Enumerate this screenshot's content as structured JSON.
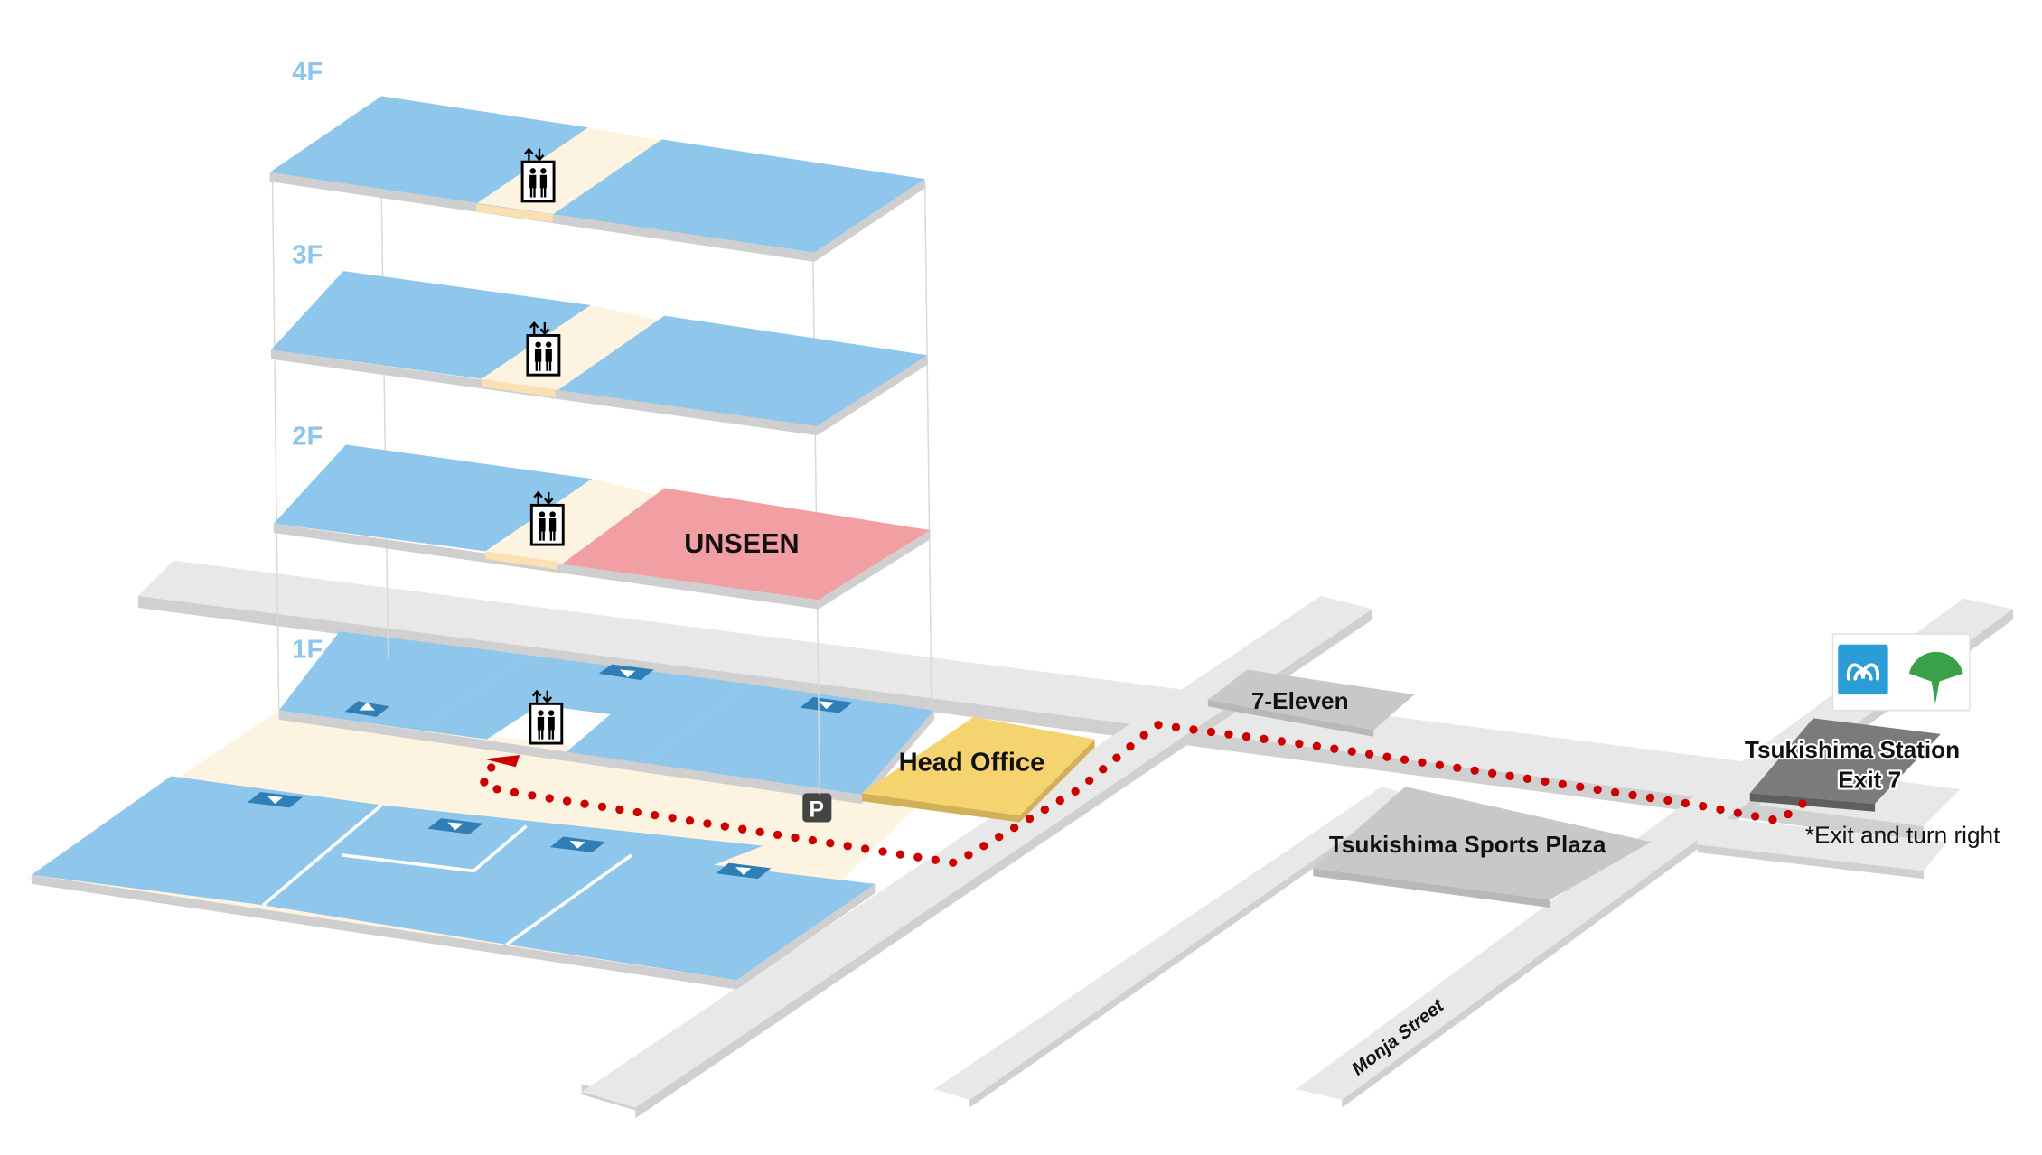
{
  "title": "Access map to Head Office near Tsukishima Station",
  "colors": {
    "room": "#8fc6ec",
    "corridor": "#fdf3e1",
    "corridor_edge": "#fbe0b4",
    "slab_edge": "#cfcfcf",
    "road": "#e8e8e8",
    "road_edge": "#d0d0d0",
    "unseen": "#f29fa4",
    "head_office": "#f5d36e",
    "head_office_edge": "#d2b05a",
    "building": "#c8c8c8",
    "station": "#7b7b7b",
    "route": "#cc0000",
    "floor_label": "#8ec5ec",
    "door_marker": "#2f7fb5",
    "metro_blue": "#2a9cd6",
    "toei_green": "#3aa04a",
    "parking_bg": "#444444"
  },
  "floors": [
    {
      "label": "4F",
      "highlight": null
    },
    {
      "label": "3F",
      "highlight": null
    },
    {
      "label": "2F",
      "highlight": "UNSEEN"
    },
    {
      "label": "1F",
      "highlight": null
    }
  ],
  "icons": {
    "elevator": "elevator-icon",
    "parking": "P",
    "door": "door-marker-icon",
    "metro": "tokyo-metro-logo",
    "toei": "toei-subway-logo"
  },
  "places": {
    "unseen": "UNSEEN",
    "head_office": "Head Office",
    "seven_eleven": "7-Eleven",
    "sports_plaza": "Tsukishima Sports Plaza",
    "station_line1": "Tsukishima Station",
    "station_line2": "Exit 7"
  },
  "streets": {
    "monja": "Monja Street"
  },
  "notes": {
    "exit_instruction": "*Exit and turn right"
  },
  "route": {
    "from": "Tsukishima Station Exit 7",
    "to": "UNSEEN (2F) via elevator",
    "style": "dotted"
  }
}
